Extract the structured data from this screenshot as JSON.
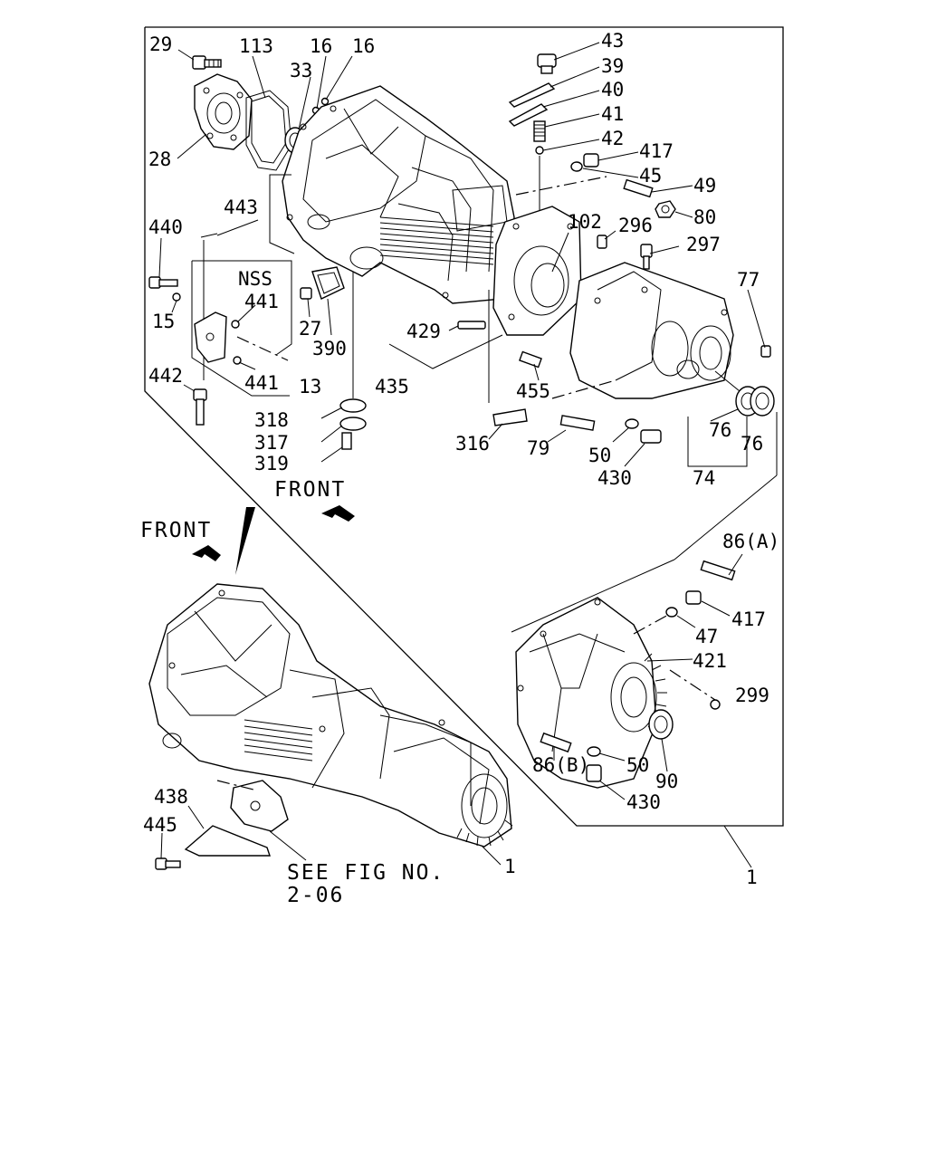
{
  "labels": {
    "l29": "29",
    "l113": "113",
    "l16a": "16",
    "l16b": "16",
    "l33": "33",
    "l43": "43",
    "l39": "39",
    "l40": "40",
    "l41": "41",
    "l42": "42",
    "l417a": "417",
    "l45": "45",
    "l49": "49",
    "l80": "80",
    "l28": "28",
    "l443": "443",
    "l440": "440",
    "nss": "NSS",
    "l441a": "441",
    "l441b": "441",
    "l15": "15",
    "l13": "13",
    "l442": "442",
    "l27": "27",
    "l390": "390",
    "l102": "102",
    "l296": "296",
    "l297": "297",
    "l77": "77",
    "l429": "429",
    "l435": "435",
    "l455": "455",
    "l318": "318",
    "l317": "317",
    "l319": "319",
    "l316": "316",
    "l79": "79",
    "l50a": "50",
    "l430a": "430",
    "l76a": "76",
    "l76b": "76",
    "l74": "74",
    "l86a": "86(A)",
    "l417b": "417",
    "l47": "47",
    "l421": "421",
    "l299": "299",
    "l86b": "86(B)",
    "l50b": "50",
    "l90": "90",
    "l430b": "430",
    "l438": "438",
    "l445": "445",
    "l1a": "1",
    "l1b": "1"
  },
  "front_upper": "FRONT",
  "front_lower": "FRONT",
  "see_fig_line1": "SEE FIG NO.",
  "see_fig_line2": "2-06"
}
